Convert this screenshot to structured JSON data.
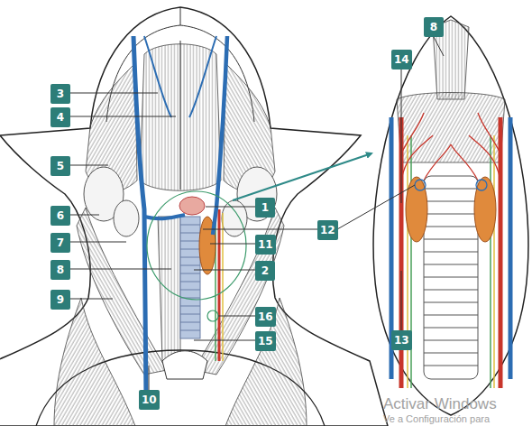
{
  "diagram": {
    "nodes": [
      {
        "text": [
          "8"
        ]
      },
      {
        "text": [
          "14"
        ]
      },
      {
        "text": [
          "3"
        ]
      },
      {
        "text": [
          "4"
        ]
      },
      {
        "text": [
          "5"
        ]
      },
      {
        "text": [
          "1"
        ]
      },
      {
        "text": [
          "6"
        ]
      },
      {
        "text": [
          "12"
        ]
      },
      {
        "text": [
          "7"
        ]
      },
      {
        "text": [
          "11"
        ]
      },
      {
        "text": [
          "8"
        ]
      },
      {
        "text": [
          "2"
        ]
      },
      {
        "text": [
          "9"
        ]
      },
      {
        "text": [
          "16"
        ]
      },
      {
        "text": [
          "15"
        ]
      },
      {
        "text": [
          "13"
        ]
      },
      {
        "text": [
          "10"
        ]
      }
    ],
    "labels": [
      "Activar Windows",
      "Ve a Configuración para"
    ]
  }
}
